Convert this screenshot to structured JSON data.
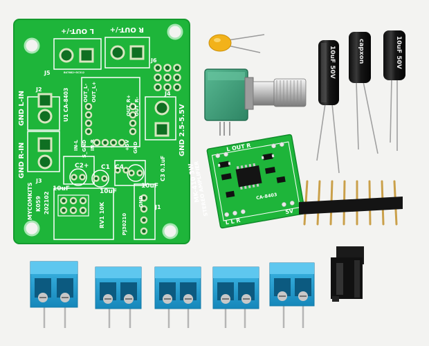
{
  "main_board": {
    "connectors": {
      "l_out": "L OUT-/+",
      "r_out": "R OUT-/+",
      "gnd_l_in": "GND L-IN",
      "gnd_r_in": "GND R-IN",
      "gnd_supply": "GND 2.5-5.5V"
    },
    "refs": {
      "j5": "J5",
      "j6": "J6",
      "j2": "J2",
      "j3": "J3",
      "j4": "J4",
      "j1": "J1",
      "u1": "U1 CA-8403",
      "c2": "C2+",
      "c1": "C1",
      "c4": "C4",
      "c3": "C3 0.1uF",
      "rv1": "RV1 10K"
    },
    "pins_top": {
      "out_l_minus": "OUT_L-",
      "out_l_plus": "OUT_L+",
      "out_r_plus": "OUT_R+",
      "out_r_minus": "OUT_R-"
    },
    "pins_mid": {
      "in_l": "IN-L",
      "s_gnd": "S_GND",
      "in_r": "IN-R",
      "v5": "+5V",
      "gnd": "GND"
    },
    "cap_values": {
      "left": "10uF",
      "middle": "10uF",
      "right": "10uF"
    },
    "maker": [
      "MYCOMKITS",
      "K059",
      "202102"
    ],
    "pj_label": "PJ30210",
    "gnd_small": "GND",
    "tiny_text": "B47682+5C312"
  },
  "amp_module": {
    "header": "L OUT R",
    "model": "MK-410 3W",
    "desc": "STEREO AMPLIFIER",
    "chip": "CA-8403",
    "pins_bottom": "L  L  R",
    "v5": "5V"
  },
  "capacitors": [
    {
      "label": "10uF 50V"
    },
    {
      "label": "capxon"
    },
    {
      "label": "10uF 50V"
    }
  ],
  "colors": {
    "pcb_green": "#1eb53a",
    "pcb_dark": "#169a2f",
    "terminal_blue": "#1f9fd4",
    "pot_green": "#3d9e7a",
    "ceramic_yellow": "#f2b21a",
    "background": "#f3f3f1"
  }
}
